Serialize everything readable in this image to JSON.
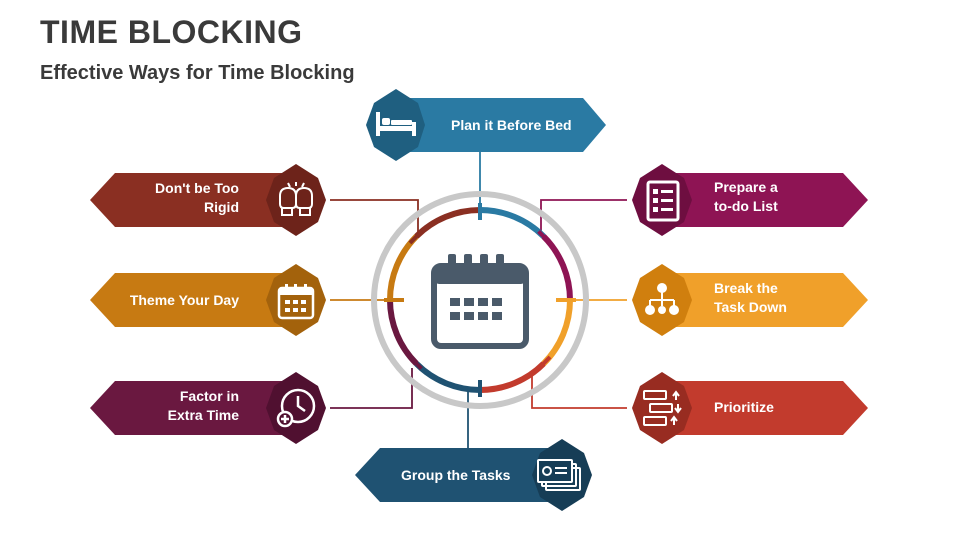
{
  "title": "TIME BLOCKING",
  "subtitle": "Effective Ways for Time Blocking",
  "colors": {
    "blue": "#2a7aa3",
    "blue_dark": "#1f5f80",
    "navy": "#1f5272",
    "navy_dark": "#163d56",
    "magenta": "#8e1454",
    "magenta_dark": "#6e0e40",
    "orange": "#f0a02a",
    "orange_dark": "#d07f0e",
    "red": "#c23b2d",
    "red_dark": "#982c21",
    "rust": "#8a2f22",
    "rust_dark": "#6d231a",
    "mustard": "#c77a12",
    "mustard_dark": "#a3620c",
    "plum": "#6a1840",
    "plum_dark": "#501030",
    "ring": "#c8c8c8",
    "icon": "#4a5a6a"
  },
  "items": {
    "plan": {
      "label": "Plan it Before Bed",
      "icon": "bed-icon"
    },
    "todo": {
      "label_line1": "Prepare a",
      "label_line2": "to-do List",
      "icon": "checklist-icon"
    },
    "break": {
      "label_line1": "Break the",
      "label_line2": "Task Down",
      "icon": "hierarchy-icon"
    },
    "prioritize": {
      "label": "Prioritize",
      "icon": "priority-list-icon"
    },
    "group": {
      "label": "Group the Tasks",
      "icon": "stacked-windows-icon"
    },
    "factor": {
      "label_line1": "Factor in",
      "label_line2": "Extra Time",
      "icon": "clock-plus-icon"
    },
    "theme": {
      "label": "Theme Your Day",
      "icon": "calendar-icon"
    },
    "rigid": {
      "label_line1": "Don't be Too",
      "label_line2": "Rigid",
      "icon": "boxing-gloves-icon"
    }
  },
  "center_icon": "calendar-icon"
}
